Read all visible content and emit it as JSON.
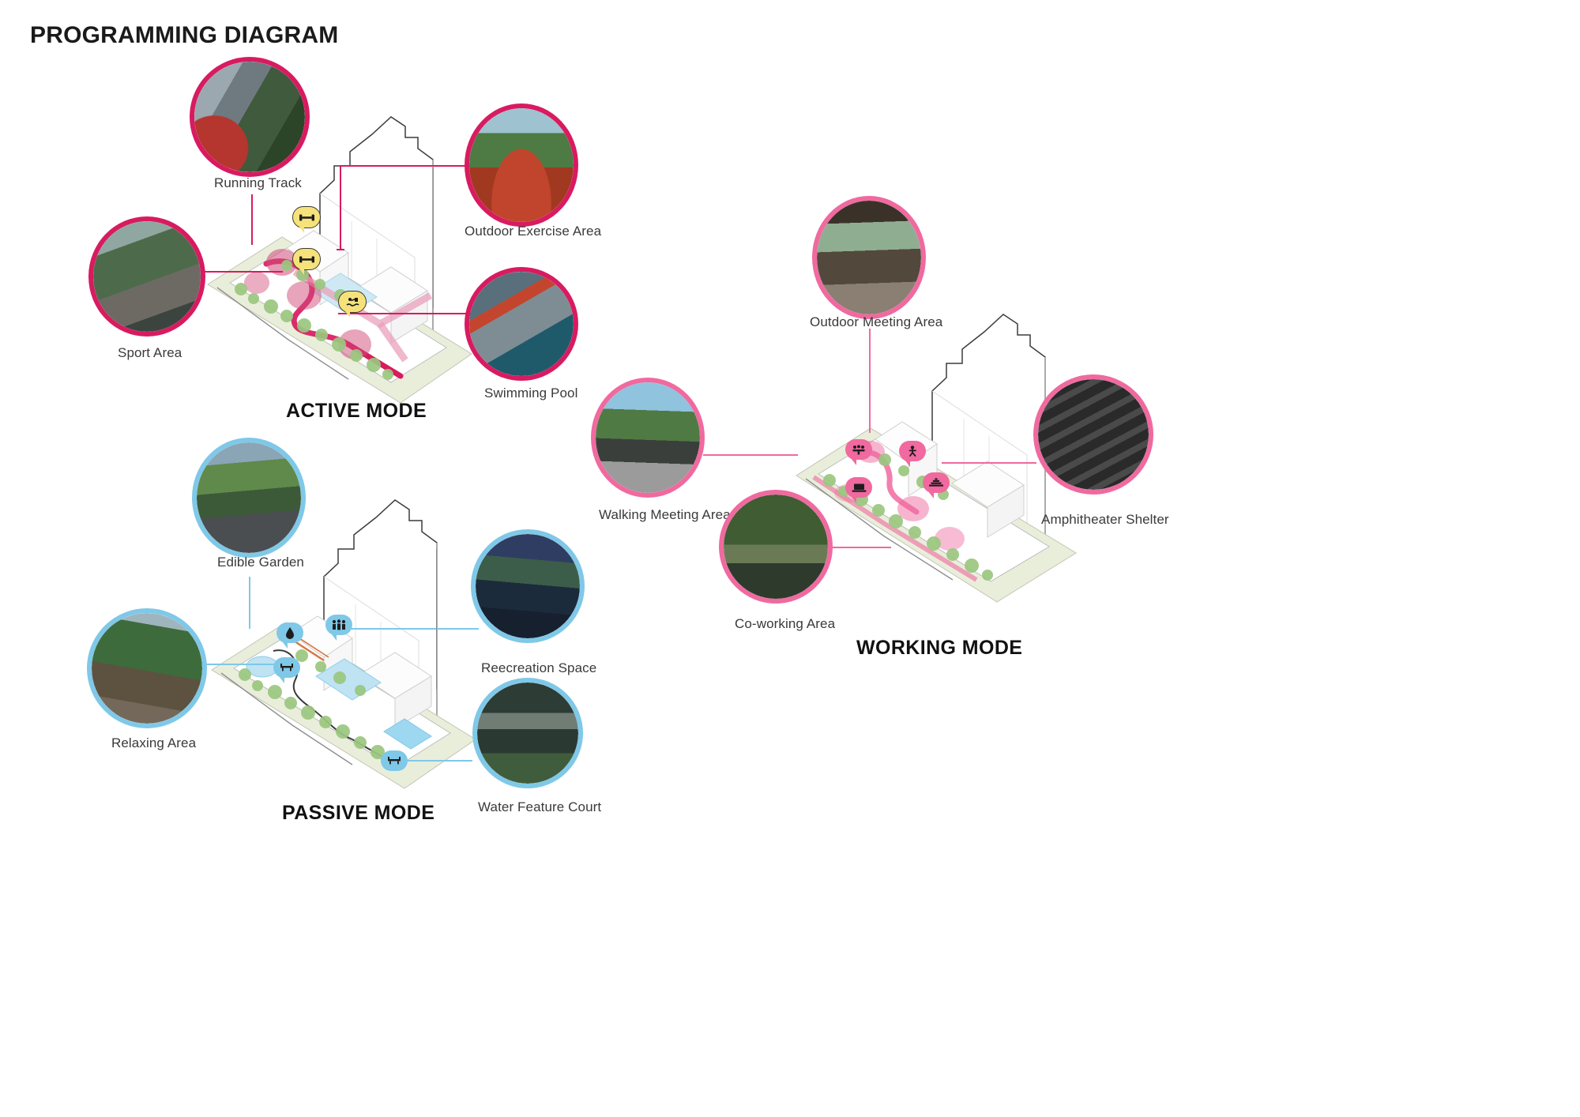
{
  "page": {
    "title": "PROGRAMMING DIAGRAM",
    "background": "#ffffff"
  },
  "colors": {
    "active_accent": "#d81b60",
    "passive_accent": "#7fc8e8",
    "working_accent": "#f0699f",
    "icon_bubble_active": "#f6e27a",
    "text": "#3a3a3a",
    "leader_line": "#9a9a9a"
  },
  "modes": [
    {
      "id": "active",
      "title": "ACTIVE MODE",
      "accent": "#d81b60",
      "callouts": [
        {
          "label": "Running Track",
          "position": "top-left"
        },
        {
          "label": "Outdoor Exercise Area",
          "position": "top-right"
        },
        {
          "label": "Sport Area",
          "position": "left"
        },
        {
          "label": "Swimming Pool",
          "position": "bottom-right"
        }
      ],
      "plan_icons": [
        {
          "name": "dumbbell-icon",
          "glyph": "⫫"
        },
        {
          "name": "dumbbell-icon",
          "glyph": "⫫"
        },
        {
          "name": "swimming-icon",
          "glyph": "⚖"
        }
      ]
    },
    {
      "id": "passive",
      "title": "PASSIVE MODE",
      "accent": "#7fc8e8",
      "callouts": [
        {
          "label": "Edible Garden",
          "position": "top-left"
        },
        {
          "label": "Reecreation Space",
          "position": "right"
        },
        {
          "label": "Relaxing Area",
          "position": "left"
        },
        {
          "label": "Water Feature Court",
          "position": "bottom-right"
        }
      ],
      "plan_icons": [
        {
          "name": "water-drop-icon",
          "glyph": "◆"
        },
        {
          "name": "people-icon",
          "glyph": "☷"
        },
        {
          "name": "bench-icon",
          "glyph": "⍔"
        }
      ]
    },
    {
      "id": "working",
      "title": "WORKING MODE",
      "accent": "#f0699f",
      "callouts": [
        {
          "label": "Outdoor Meeting Area",
          "position": "top"
        },
        {
          "label": "Walking Meeting Area",
          "position": "left"
        },
        {
          "label": "Co-working Area",
          "position": "bottom-left"
        },
        {
          "label": "Amphitheater Shelter",
          "position": "right"
        }
      ],
      "plan_icons": [
        {
          "name": "meeting-table-icon",
          "glyph": "☷"
        },
        {
          "name": "walking-icon",
          "glyph": "☸"
        },
        {
          "name": "laptop-icon",
          "glyph": "⌸"
        },
        {
          "name": "amphitheater-icon",
          "glyph": "☰"
        }
      ]
    }
  ]
}
